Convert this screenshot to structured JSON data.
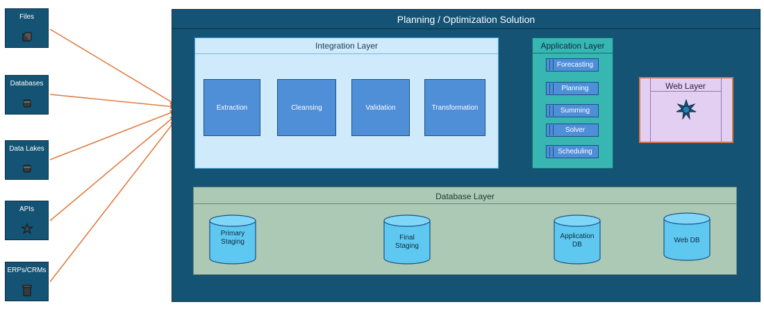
{
  "sources": [
    {
      "label": "Files",
      "icon": "file-icon"
    },
    {
      "label": "Databases",
      "icon": "database-icon"
    },
    {
      "label": "Data Lakes",
      "icon": "database-icon"
    },
    {
      "label": "APIs",
      "icon": "gear-icon"
    },
    {
      "label": "ERPs/CRMs",
      "icon": "document-icon"
    }
  ],
  "solution": {
    "title": "Planning / Optimization Solution"
  },
  "integration": {
    "title": "Integration  Layer",
    "steps": [
      "Extraction",
      "Cleansing",
      "Validation",
      "Transformation"
    ]
  },
  "application": {
    "title": "Application Layer",
    "modules": [
      "Forecasting",
      "Planning",
      "Summing",
      "Solver",
      "Scheduling"
    ]
  },
  "web": {
    "title": "Web Layer",
    "icon": "gear-icon"
  },
  "database": {
    "title": "Database Layer",
    "dbs": [
      {
        "line1": "Primary",
        "line2": "Staging"
      },
      {
        "line1": "Final",
        "line2": "Staging"
      },
      {
        "line1": "Application",
        "line2": "DB"
      },
      {
        "line1": "Web DB",
        "line2": ""
      }
    ]
  },
  "colors": {
    "panel": "#145374",
    "integration_bg": "#cfeafb",
    "step": "#4f8fd8",
    "application_bg": "#37b6b2",
    "web_bg": "#e3cff1",
    "web_border": "#d9764a",
    "db_layer_bg": "#acc9b6",
    "cylinder": "#5ec8f0",
    "arrow_orange": "#e07b3f",
    "arrow_green": "#3f8a2e"
  }
}
